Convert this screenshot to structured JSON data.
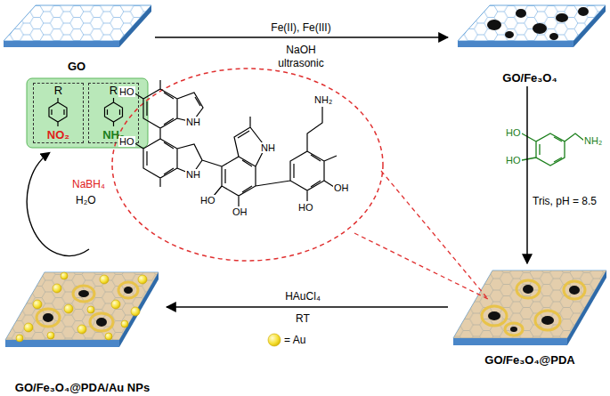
{
  "diagram": {
    "nodes": [
      {
        "text": [
          "GO"
        ]
      },
      {
        "text": [
          "GO/Fe₃O₄"
        ]
      },
      {
        "text": [
          "GO/Fe₃O₄@PDA"
        ]
      },
      {
        "text": [
          "GO/Fe₃O₄@PDA/Au NPs"
        ]
      },
      {
        "text": [
          "R",
          "NO₂"
        ]
      },
      {
        "text": [
          "R",
          "NH₂"
        ]
      }
    ],
    "edges": [
      {
        "from": 0,
        "to": 1,
        "arrow": "to"
      },
      {
        "from": 1,
        "to": 2,
        "arrow": "to"
      },
      {
        "from": 2,
        "to": 3,
        "arrow": "to"
      }
    ],
    "labels": [
      "Fe(II), Fe(III)",
      "NaOH",
      "ultrasonic",
      "Tris, pH = 8.5",
      "HAuCl₄",
      "RT",
      "= Au",
      "NaBH₄",
      "H₂O",
      "HO",
      "HO",
      "NH₂",
      "HO",
      "HO",
      "NH",
      "NH",
      "NH",
      "NH₂",
      "HO",
      "OH",
      "HO",
      "OH"
    ]
  }
}
